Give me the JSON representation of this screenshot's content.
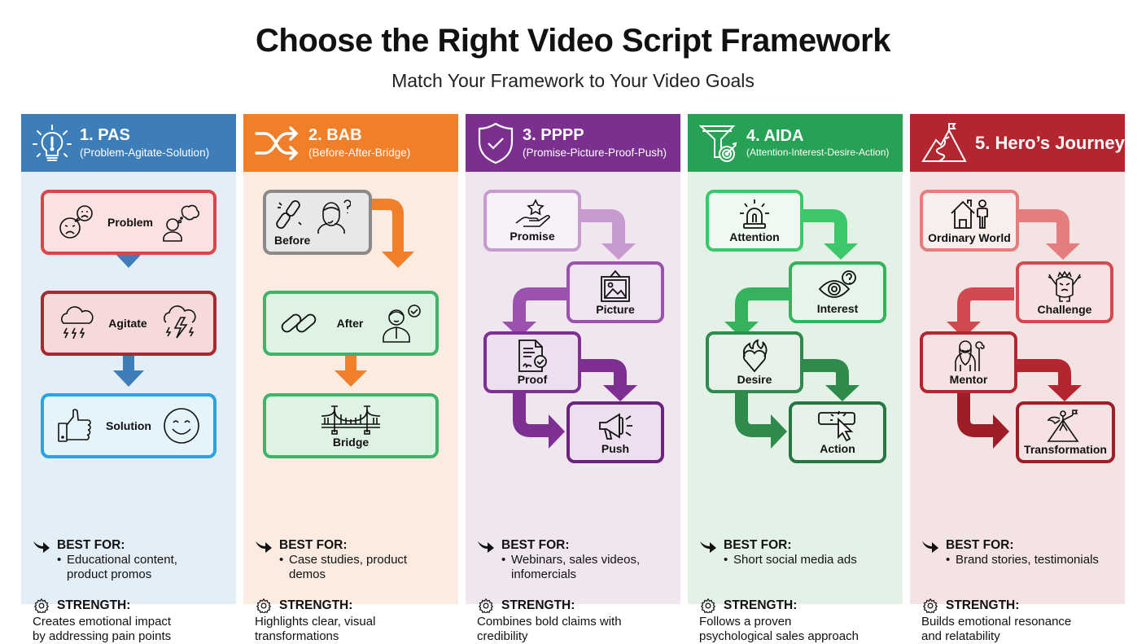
{
  "header": {
    "title": "Choose the Right Video Script Framework",
    "subtitle": "Match Your Framework to Your Video Goals"
  },
  "labels": {
    "best_for": "BEST FOR:",
    "strength": "STRENGTH:"
  },
  "frameworks": [
    {
      "name": "1. PAS",
      "expansion": "(Problem-Agitate-Solution)",
      "header_icon": "lightbulb-icon",
      "colors": {
        "header": "#3D7EB9",
        "panel": "#E3EEF7"
      },
      "steps": [
        {
          "label": "Problem",
          "icons": [
            "sad-faces-icon",
            "thinking-person-icon"
          ]
        },
        {
          "label": "Agitate",
          "icons": [
            "storm-cloud-icon",
            "lightning-cloud-icon"
          ]
        },
        {
          "label": "Solution",
          "icons": [
            "thumbs-up-icon",
            "smiley-icon"
          ]
        }
      ],
      "best_for": [
        "Educational content,",
        "product promos"
      ],
      "strength": [
        "Creates emotional impact",
        "by addressing pain points"
      ]
    },
    {
      "name": "2. BAB",
      "expansion": "(Before-After-Bridge)",
      "header_icon": "shuffle-arrows-icon",
      "colors": {
        "header": "#F07F2A",
        "panel": "#FCEBE0"
      },
      "steps": [
        {
          "label": "Before",
          "icons": [
            "broken-chain-icon",
            "confused-person-icon"
          ]
        },
        {
          "label": "After",
          "icons": [
            "chain-link-icon",
            "happy-person-check-icon"
          ]
        },
        {
          "label": "Bridge",
          "icons": [
            "bridge-icon"
          ]
        }
      ],
      "best_for": [
        "Case studies, product",
        "demos"
      ],
      "strength": [
        "Highlights clear, visual",
        "transformations"
      ]
    },
    {
      "name": "3. PPPP",
      "expansion": "(Promise-Picture-Proof-Push)",
      "header_icon": "shield-check-icon",
      "colors": {
        "header": "#7B2F8E",
        "panel": "#F0E6F0"
      },
      "steps": [
        {
          "label": "Promise",
          "icons": [
            "hand-star-icon"
          ]
        },
        {
          "label": "Picture",
          "icons": [
            "framed-picture-icon"
          ]
        },
        {
          "label": "Proof",
          "icons": [
            "signed-document-icon"
          ]
        },
        {
          "label": "Push",
          "icons": [
            "megaphone-icon"
          ]
        }
      ],
      "best_for": [
        "Webinars, sales videos,",
        "infomercials"
      ],
      "strength": [
        "Combines bold claims with",
        "credibility"
      ]
    },
    {
      "name": "4. AIDA",
      "expansion": "(Attention-Interest-Desire-Action)",
      "header_icon": "funnel-target-icon",
      "colors": {
        "header": "#27A153",
        "panel": "#E3F1E7"
      },
      "steps": [
        {
          "label": "Attention",
          "icons": [
            "siren-icon"
          ]
        },
        {
          "label": "Interest",
          "icons": [
            "eye-question-icon"
          ]
        },
        {
          "label": "Desire",
          "icons": [
            "flaming-heart-icon"
          ]
        },
        {
          "label": "Action",
          "icons": [
            "click-button-icon"
          ]
        }
      ],
      "best_for": [
        "Short social media ads"
      ],
      "strength": [
        "Follows a proven",
        "psychological sales approach"
      ]
    },
    {
      "name": "5. Hero’s Journey",
      "expansion": "",
      "header_icon": "mountain-flag-icon",
      "colors": {
        "header": "#B3252F",
        "panel": "#F4E3E3"
      },
      "steps": [
        {
          "label": "Ordinary World",
          "icons": [
            "house-person-icon"
          ]
        },
        {
          "label": "Challenge",
          "icons": [
            "monster-icon"
          ]
        },
        {
          "label": "Mentor",
          "icons": [
            "wizard-icon"
          ]
        },
        {
          "label": "Transformation",
          "icons": [
            "hero-summit-icon"
          ]
        }
      ],
      "best_for": [
        "Brand stories, testimonials"
      ],
      "strength": [
        "Builds emotional resonance",
        "and relatability"
      ]
    }
  ]
}
